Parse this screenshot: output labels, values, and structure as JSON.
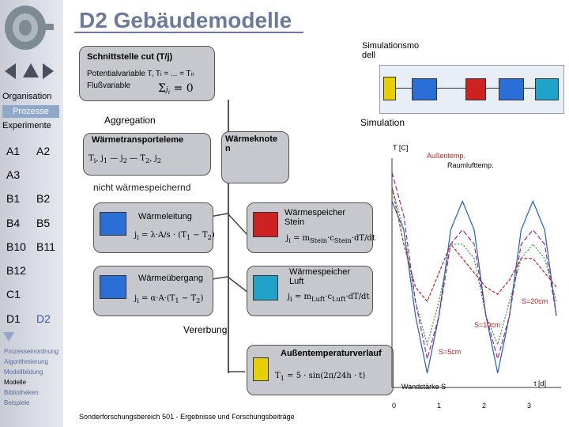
{
  "title": "D2 Gebäudemodelle",
  "sidebar": {
    "labels": {
      "organisation": "Organisation",
      "prozesse": "Prozesse",
      "experimente": "Experimente"
    },
    "nav": [
      "A1",
      "A2",
      "A3",
      "B1",
      "B2",
      "B4",
      "B5",
      "B10",
      "B11",
      "B12",
      "C1",
      "D1",
      "D2"
    ],
    "links": [
      "Prozesseinordnung",
      "Algorithmierung",
      "Modellbildung",
      "Modelle",
      "Bibliotheken",
      "Beispiele"
    ]
  },
  "diagram": {
    "schnittstelle": "Schnittstelle cut (T/j)",
    "potential": "Potentialvariable T, T",
    "potential_b": "= ... = T",
    "fluss": "Flußvariable",
    "simulationsmodell_a": "Simulationsmo",
    "simulationsmodell_b": "dell",
    "aggregation": "Aggregation",
    "simulation": "Simulation",
    "waermetransport": "Wärmetransporteleme",
    "waermeknoten_a": "Wärmeknote",
    "waermeknoten_b": "n",
    "nicht_speichernd": "nicht wärmespeichernd",
    "waermeleitung": "Wärmeleitung",
    "waermespeicher_stein_a": "Wärmespeicher",
    "waermespeicher_stein_b": "Stein",
    "waermeuebergang": "Wärmeübergang",
    "waermespeicher_luft_a": "Wärmespeicher",
    "waermespeicher_luft_b": "Luft",
    "vererbung": "Vererbung",
    "aussentemp": "Außentemperaturverlauf"
  },
  "chart_data": {
    "type": "line",
    "ylabel": "T [C]",
    "xlabel": "t [d]",
    "legend": [
      "Außentemp.",
      "Raumlufttemp."
    ],
    "annotations": [
      "S=20cm",
      "S=10cm",
      "S=5cm",
      "Wandstärke S"
    ],
    "x_ticks": [
      "0",
      "1",
      "2",
      "3"
    ],
    "xlim": [
      0,
      3.6
    ],
    "ylim": [
      2,
      18
    ],
    "series": [
      {
        "color": "#2060c0",
        "dash": "",
        "x": [
          0,
          0.25,
          0.5,
          0.75,
          1,
          1.25,
          1.5,
          1.75,
          2,
          2.25,
          2.5,
          2.75,
          3,
          3.25,
          3.5
        ],
        "y": [
          15,
          13,
          7,
          3,
          7,
          13,
          15,
          13,
          7,
          3,
          7,
          13,
          15,
          13,
          7
        ]
      },
      {
        "color": "#c02020",
        "dash": "4,2",
        "x": [
          0,
          0.25,
          0.5,
          0.75,
          1,
          1.25,
          1.5,
          1.75,
          2,
          2.25,
          2.5,
          2.75,
          3,
          3.25,
          3.5
        ],
        "y": [
          16,
          12,
          9,
          8,
          10,
          12,
          11,
          10,
          9,
          8.5,
          9.5,
          11,
          11,
          10,
          9
        ]
      },
      {
        "color": "#20a020",
        "dash": "2,2",
        "x": [
          0,
          0.25,
          0.5,
          0.75,
          1,
          1.25,
          1.5,
          1.75,
          2,
          2.25,
          2.5,
          2.75,
          3,
          3.25,
          3.5
        ],
        "y": [
          16,
          13,
          8,
          5,
          8,
          12,
          12,
          11,
          7,
          5,
          8,
          11,
          12,
          11,
          8
        ]
      },
      {
        "color": "#a020a0",
        "dash": "6,3",
        "x": [
          0,
          0.25,
          0.5,
          0.75,
          1,
          1.25,
          1.5,
          1.75,
          2,
          2.25,
          2.5,
          2.75,
          3,
          3.25,
          3.5
        ],
        "y": [
          17,
          14,
          8,
          4,
          7,
          12,
          13,
          12,
          7,
          4,
          7,
          12,
          13,
          12,
          7
        ]
      }
    ]
  },
  "footer": "Sonderforschungsbereich 501 - Ergebnisse und Forschungsbeiträge",
  "colors": {
    "accent": "#6b7a9a",
    "box": "#c6c8ce",
    "brick": "#cc2222",
    "glass": "#2b6fd6"
  }
}
